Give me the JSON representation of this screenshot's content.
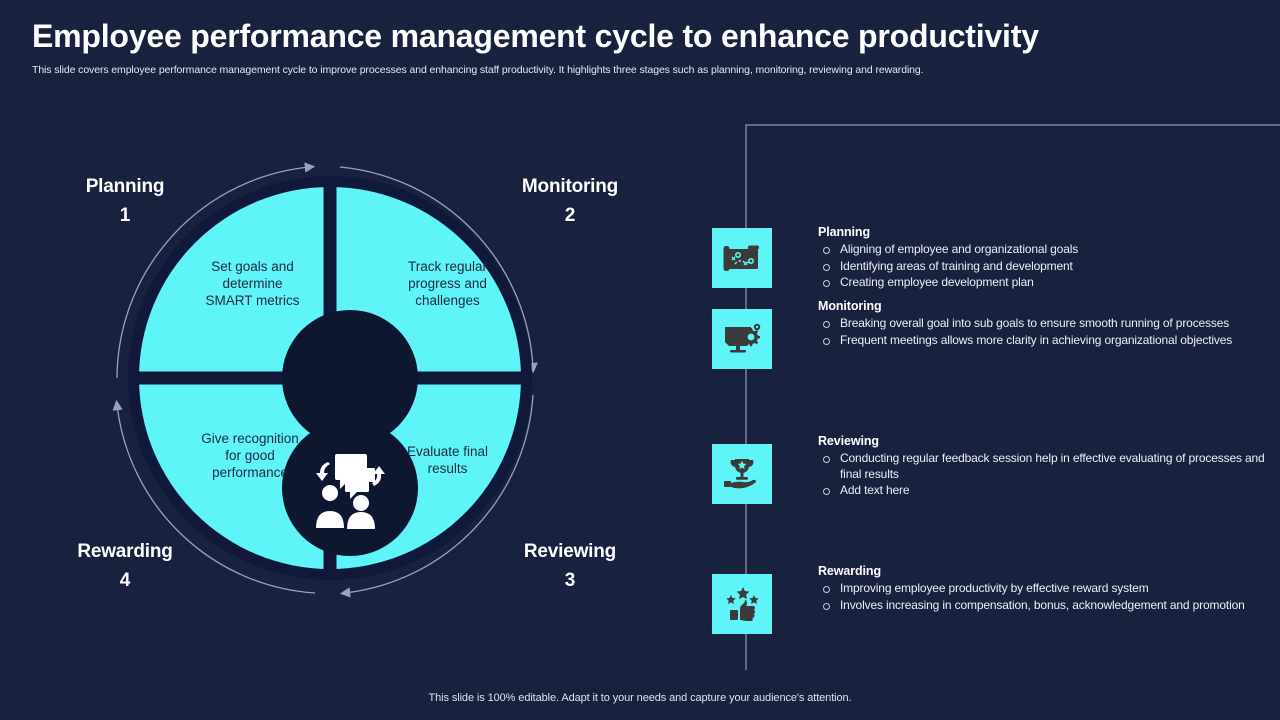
{
  "header": {
    "title": "Employee performance management cycle to enhance productivity",
    "subtitle": "This slide covers employee performance management cycle to improve processes and enhancing staff productivity. It highlights three stages such as planning, monitoring, reviewing and rewarding."
  },
  "colors": {
    "background": "#18213e",
    "accent_cyan": "#5ff4f7",
    "hub": "#0d1730",
    "text_light": "#eef0f6",
    "text_dark": "#1d2a44",
    "connector": "#9aa3bd"
  },
  "cycle": {
    "center_icon": "people-discussion-icon",
    "quadrants": [
      {
        "id": "top-left",
        "stage": "Planning",
        "number": "1",
        "text": "Set goals and determine SMART metrics"
      },
      {
        "id": "top-right",
        "stage": "Monitoring",
        "number": "2",
        "text": "Track regular progress and challenges"
      },
      {
        "id": "bottom-right",
        "stage": "Reviewing",
        "number": "3",
        "text": "Evaluate final results"
      },
      {
        "id": "bottom-left",
        "stage": "Rewarding",
        "number": "4",
        "text": "Give recognition for good performance"
      }
    ],
    "quad_lines": {
      "top_left": [
        "Set goals and",
        "determine",
        "SMART metrics"
      ],
      "top_right": [
        "Track regular",
        "progress and",
        "challenges"
      ],
      "bottom_left": [
        "Give recognition",
        "for good",
        "performance"
      ],
      "bottom_right": [
        "Evaluate final",
        "results"
      ]
    }
  },
  "details": [
    {
      "title": "Planning",
      "icon": "strategy-board-icon",
      "bullets": [
        "Aligning of employee and organizational goals",
        "Identifying areas of training and development",
        "Creating employee development plan"
      ]
    },
    {
      "title": "Monitoring",
      "icon": "monitor-gears-icon",
      "bullets": [
        "Breaking overall goal into sub goals to ensure smooth running of processes",
        "Frequent meetings allows more clarity in achieving organizational objectives"
      ]
    },
    {
      "title": "Reviewing",
      "icon": "trophy-hand-icon",
      "bullets": [
        "Conducting regular feedback session help in effective evaluating of processes and final results",
        "Add text here"
      ]
    },
    {
      "title": "Rewarding",
      "icon": "thumbs-up-stars-icon",
      "bullets": [
        "Improving employee productivity by effective reward system",
        "Involves increasing in compensation, bonus, acknowledgement and promotion"
      ]
    }
  ],
  "footer": {
    "note": "This slide is 100% editable. Adapt it to your needs and capture your audience's attention."
  }
}
